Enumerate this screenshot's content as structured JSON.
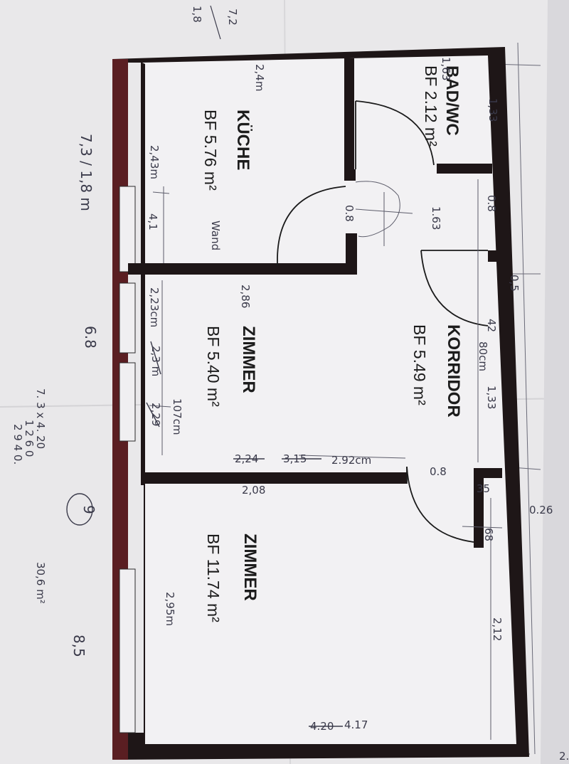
{
  "rooms": {
    "bad": {
      "name": "BAD/WC",
      "area": "BF 2.12 m²"
    },
    "kueche": {
      "name": "KÜCHE",
      "area": "BF 5.76 m²"
    },
    "korridor": {
      "name": "KORRIDOR",
      "area": "BF 5.49 m²"
    },
    "zimmer1": {
      "name": "ZIMMER",
      "area": "BF 5.40 m²"
    },
    "zimmer2": {
      "name": "ZIMMER",
      "area": "BF 11.74 m²"
    }
  },
  "notes": {
    "n_7_2": "7,2",
    "n_1_8_top": "1,8",
    "n_7_3": "7,3 / 1,8 m",
    "n_6_8": "6.8",
    "n_calc1": "7. 3 x 4. 20",
    "n_calc2": "1 2 6 0",
    "n_calc3": "2 9 4 0.",
    "n_circle": "9",
    "n_30_6": "30,6 m²",
    "n_8_5": "8,5",
    "n_2_4m": "2,4m",
    "n_1_63a": "1,63",
    "n_1_33": "1,33",
    "n_1_63b": "1.63",
    "n_0_8a": "0.8",
    "n_0_8b": "0.8",
    "n_0_5": "0,5",
    "n_2_43m": "2,43m",
    "n_4_1": "4,1",
    "n_wand": "Wand",
    "n_2_86": "2,86",
    "n_2_23cm": "2,23cm",
    "n_2_3m": "2,3 m",
    "n_2_29": "2,29",
    "n_107cm": "107cm",
    "n_42": "42",
    "n_80cm": "80cm",
    "n_1_33b": "1,33",
    "n_2_24": "2,24",
    "n_3_15": "3,15",
    "n_2_92cm": "2.92cm",
    "n_0_8c": "0.8",
    "n_2_08": "2,08",
    "n_35": "35",
    "n_68": "68",
    "n_0_26": "0.26",
    "n_2_95m": "2,95m",
    "n_2_12": "2,12",
    "n_4_20": "4.20",
    "n_4_17": "4.17",
    "n_2": "2."
  }
}
